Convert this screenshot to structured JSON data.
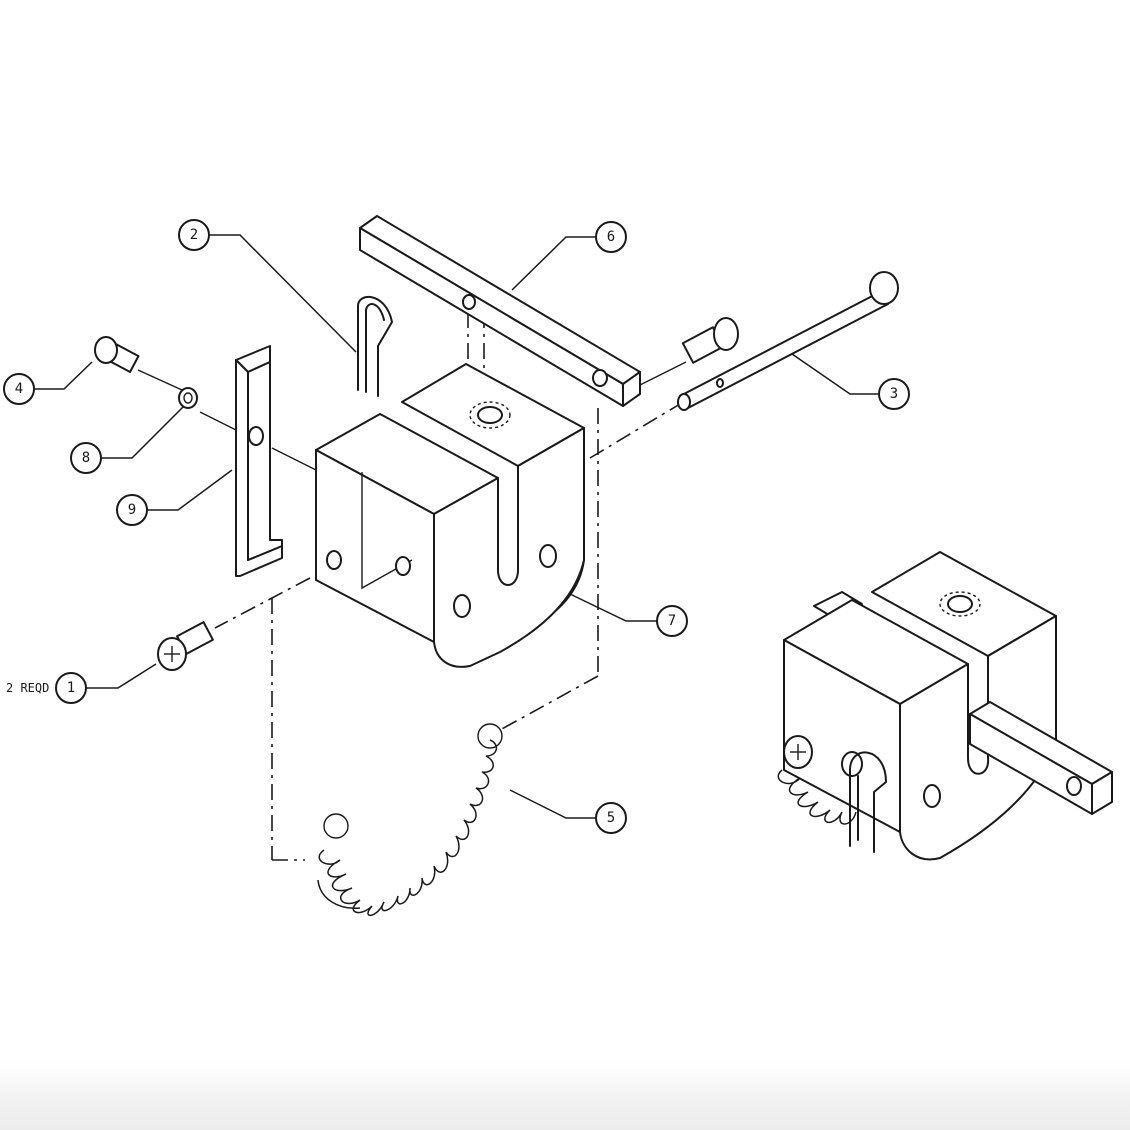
{
  "callouts": [
    {
      "id": "1",
      "label": "1"
    },
    {
      "id": "2",
      "label": "2"
    },
    {
      "id": "3",
      "label": "3"
    },
    {
      "id": "4",
      "label": "4"
    },
    {
      "id": "5",
      "label": "5"
    },
    {
      "id": "6",
      "label": "6"
    },
    {
      "id": "7",
      "label": "7"
    },
    {
      "id": "8",
      "label": "8"
    },
    {
      "id": "9",
      "label": "9"
    }
  ],
  "notes": {
    "qty_item_1": "2 REQD"
  }
}
